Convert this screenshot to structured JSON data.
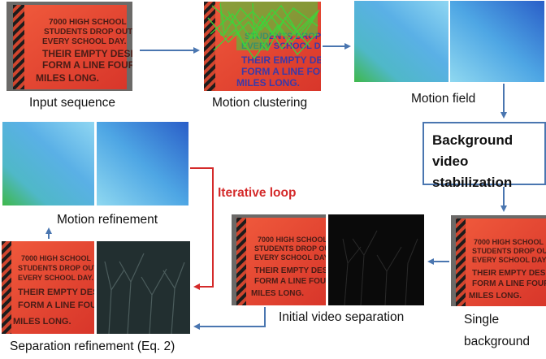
{
  "steps": {
    "input_sequence": "Input sequence",
    "motion_clustering": "Motion clustering",
    "motion_field": "Motion field",
    "stabilization_line1": "Background video",
    "stabilization_line2": "stabilization",
    "single_background_line1": "Single",
    "single_background_line2": "background",
    "initial_separation": "Initial video separation",
    "separation_refinement": "Separation refinement (Eq. 2)",
    "motion_refinement": "Motion refinement",
    "iterative_loop": "Iterative loop"
  },
  "sign_text": [
    "7000 HIGH SCHOOL",
    "STUDENTS DROP OUT",
    "EVERY SCHOOL DAY.",
    "THEIR EMPTY DESKS",
    "FORM A LINE FOUR",
    "MILES LONG."
  ],
  "colors": {
    "arrow_blue": "#4a76b0",
    "loop_red": "#d42a2a",
    "sign_red": "#e8432f"
  }
}
